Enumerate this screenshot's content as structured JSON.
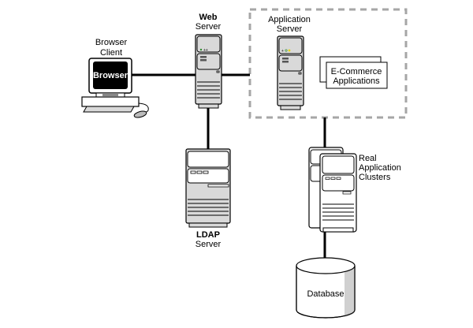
{
  "diagram": {
    "nodes": {
      "browser_client": {
        "label_lines": [
          "Browser",
          "Client"
        ],
        "screen_text": "Browser",
        "icon": "desktop-computer"
      },
      "web_server": {
        "label_lines": [
          "Web",
          "Server"
        ],
        "icon": "tower-server"
      },
      "application_server": {
        "label_lines": [
          "Application",
          "Server"
        ],
        "icon": "tower-server"
      },
      "ecommerce_apps": {
        "label_lines": [
          "E-Commerce",
          "Applications"
        ],
        "icon": "stacked-documents"
      },
      "ldap_server": {
        "label_lines": [
          "LDAP",
          "Server"
        ],
        "icon": "tower-server"
      },
      "rac": {
        "label_lines": [
          "Real",
          "Application",
          "Clusters"
        ],
        "icon": "clustered-servers"
      },
      "database": {
        "label": "Database",
        "icon": "database-cylinder"
      }
    },
    "groups": [
      {
        "id": "app-tier",
        "style": "dashed",
        "members": [
          "application_server",
          "ecommerce_apps"
        ]
      }
    ],
    "edges": [
      {
        "from": "browser_client",
        "to": "web_server"
      },
      {
        "from": "web_server",
        "to": "application_server"
      },
      {
        "from": "web_server",
        "to": "ldap_server"
      },
      {
        "from": "application_server",
        "to": "rac"
      },
      {
        "from": "rac",
        "to": "database"
      }
    ],
    "colors": {
      "line": "#000000",
      "fill": "#d9d9d9",
      "dashed_border": "#a6a6a6",
      "led_green": "#2e8b2e",
      "led_yellow": "#e6d200"
    }
  }
}
